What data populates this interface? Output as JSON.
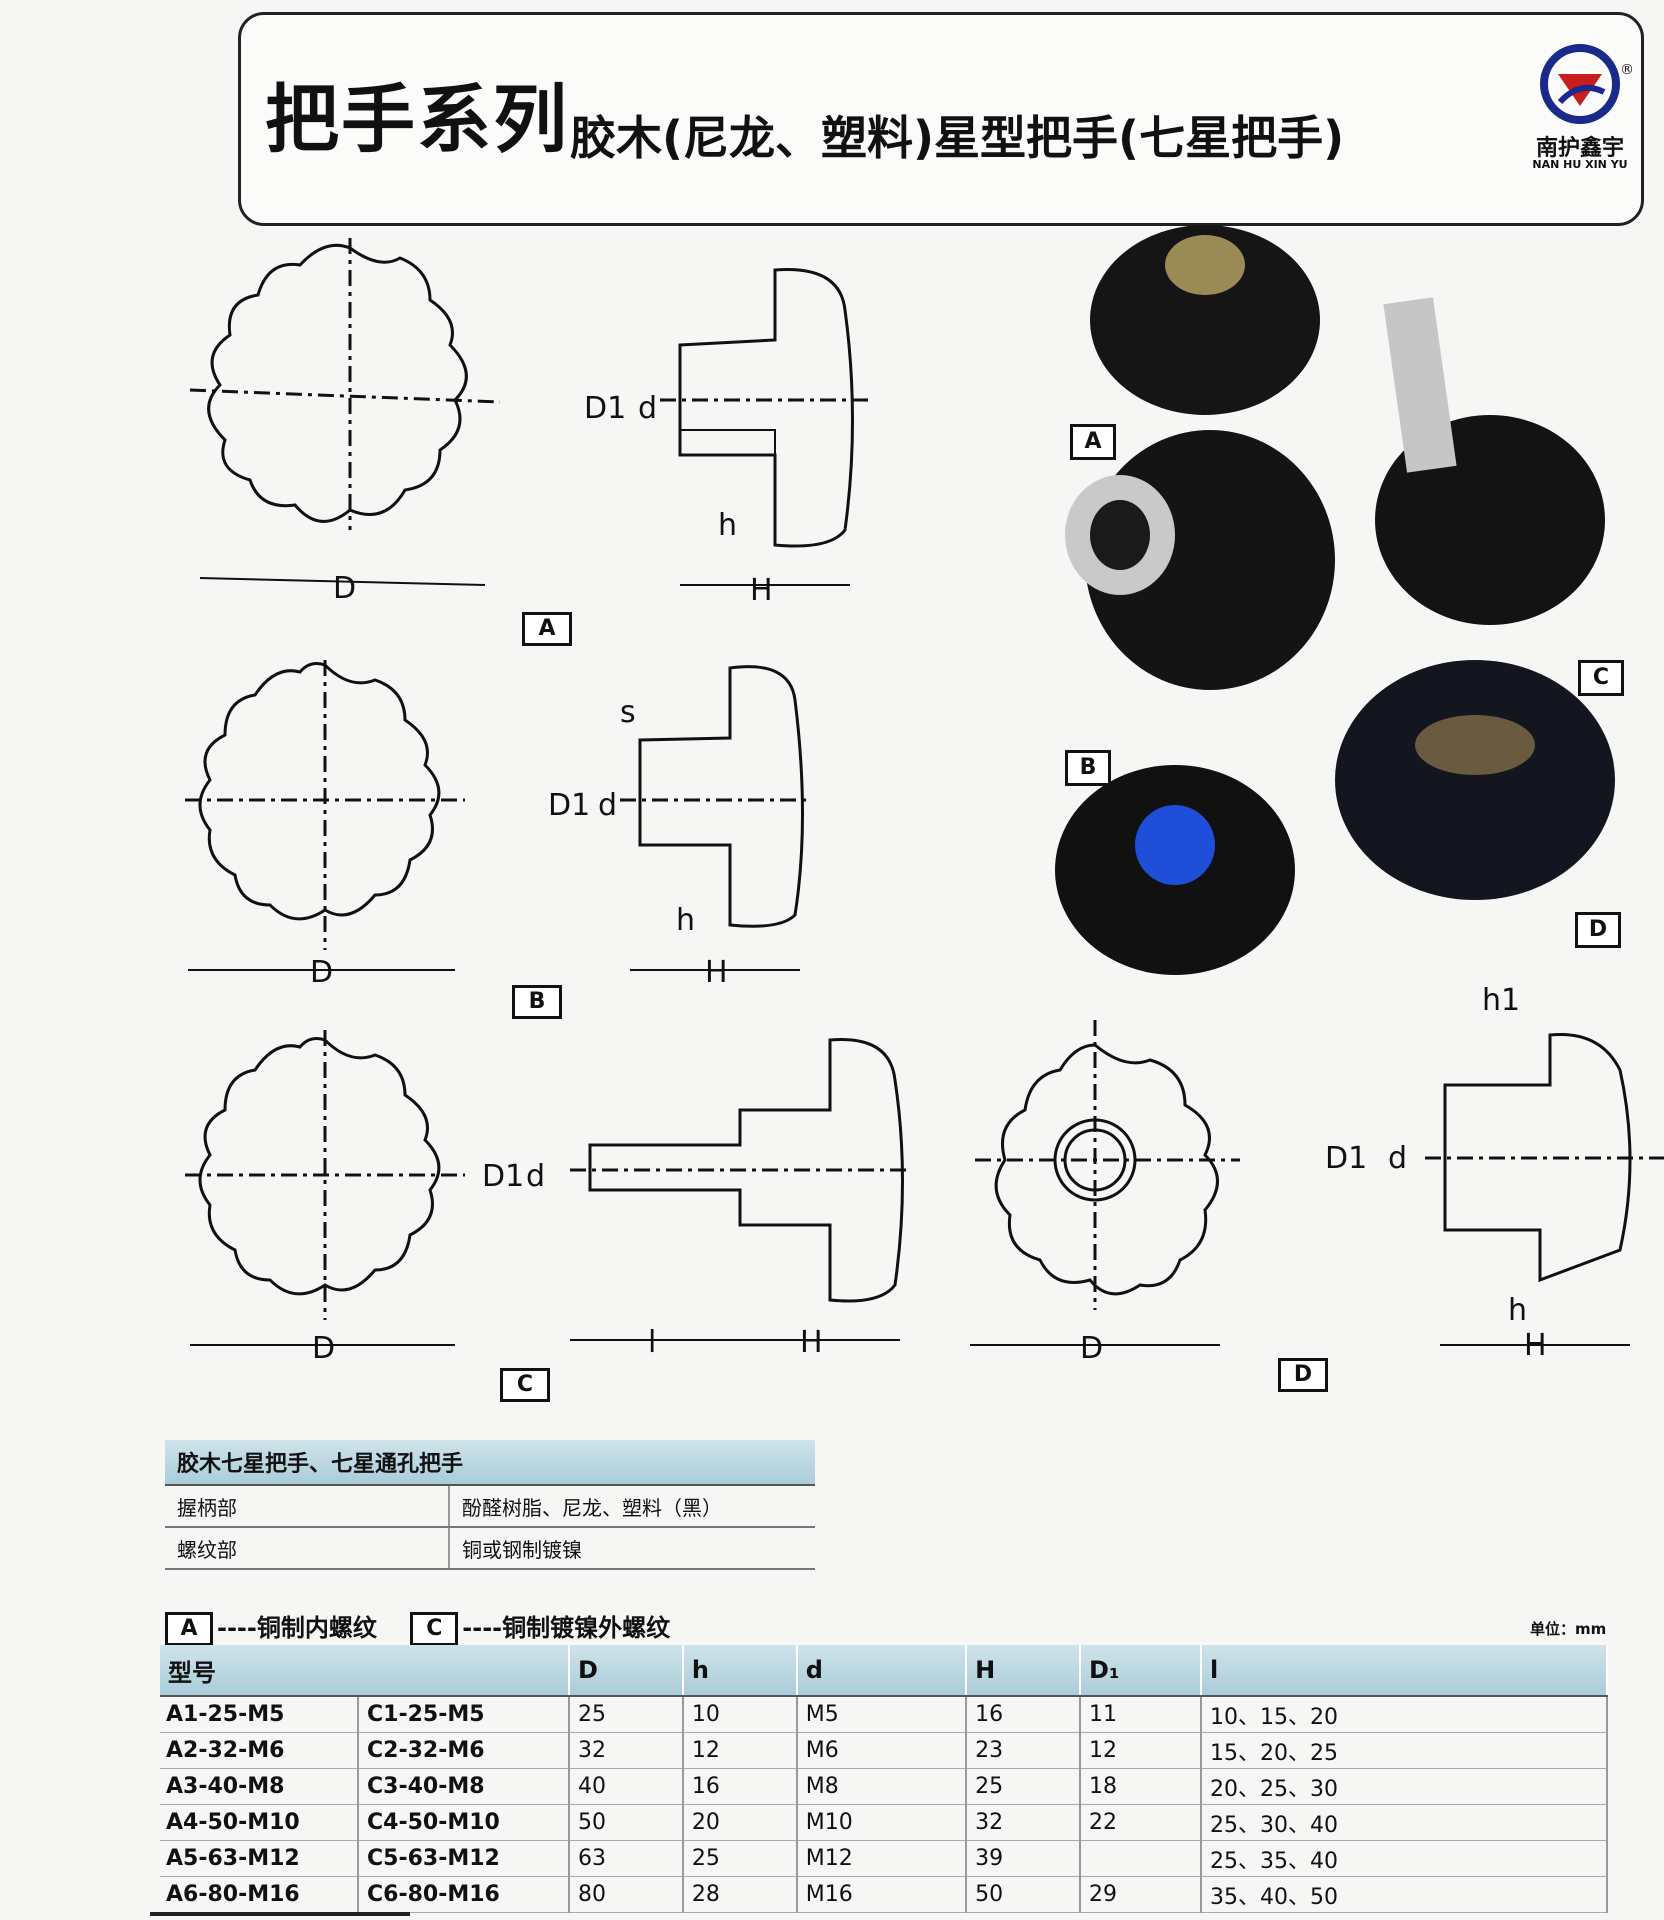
{
  "header": {
    "main_title": "把手系列",
    "sub_title": "胶木(尼龙、塑料)星型把手(七星把手)",
    "logo_cn": "南护鑫宇",
    "logo_en": "NAN HU XIN YU",
    "logo_reg": "®"
  },
  "drawing_labels": {
    "tag_a": "A",
    "tag_b": "B",
    "tag_c": "C",
    "tag_d": "D",
    "dim_D": "D",
    "dim_H": "H",
    "dim_h": "h",
    "dim_d": "d",
    "dim_D1": "D1",
    "dim_s": "s",
    "dim_l": "l",
    "dim_h1": "h1"
  },
  "photo_labels": {
    "a": "A",
    "b": "B",
    "c": "C",
    "d": "D"
  },
  "material_table": {
    "title": "胶木七星把手、七星通孔把手",
    "rows": [
      {
        "part": "握柄部",
        "material": "酚醛树脂、尼龙、塑料（黑）"
      },
      {
        "part": "螺纹部",
        "material": "铜或钢制镀镍"
      }
    ]
  },
  "legend": {
    "a_box": "A",
    "a_text": "----铜制内螺纹",
    "c_box": "C",
    "c_text": "----铜制镀镍外螺纹",
    "unit": "单位：mm"
  },
  "spec_table": {
    "headers": [
      "型号",
      "D",
      "h",
      "d",
      "H",
      "D₁",
      "l"
    ],
    "rows": [
      {
        "a": "A1-25-M5",
        "c": "C1-25-M5",
        "D": "25",
        "h": "10",
        "d": "M5",
        "H": "16",
        "D1": "11",
        "l": "10、15、20"
      },
      {
        "a": "A2-32-M6",
        "c": "C2-32-M6",
        "D": "32",
        "h": "12",
        "d": "M6",
        "H": "23",
        "D1": "12",
        "l": "15、20、25"
      },
      {
        "a": "A3-40-M8",
        "c": "C3-40-M8",
        "D": "40",
        "h": "16",
        "d": "M8",
        "H": "25",
        "D1": "18",
        "l": "20、25、30"
      },
      {
        "a": "A4-50-M10",
        "c": "C4-50-M10",
        "D": "50",
        "h": "20",
        "d": "M10",
        "H": "32",
        "D1": "22",
        "l": "25、30、40"
      },
      {
        "a": "A5-63-M12",
        "c": "C5-63-M12",
        "D": "63",
        "h": "25",
        "d": "M12",
        "H": "39",
        "D1": "",
        "l": "25、35、40"
      },
      {
        "a": "A6-80-M16",
        "c": "C6-80-M16",
        "D": "80",
        "h": "28",
        "d": "M16",
        "H": "50",
        "D1": "29",
        "l": "35、40、50"
      }
    ]
  }
}
